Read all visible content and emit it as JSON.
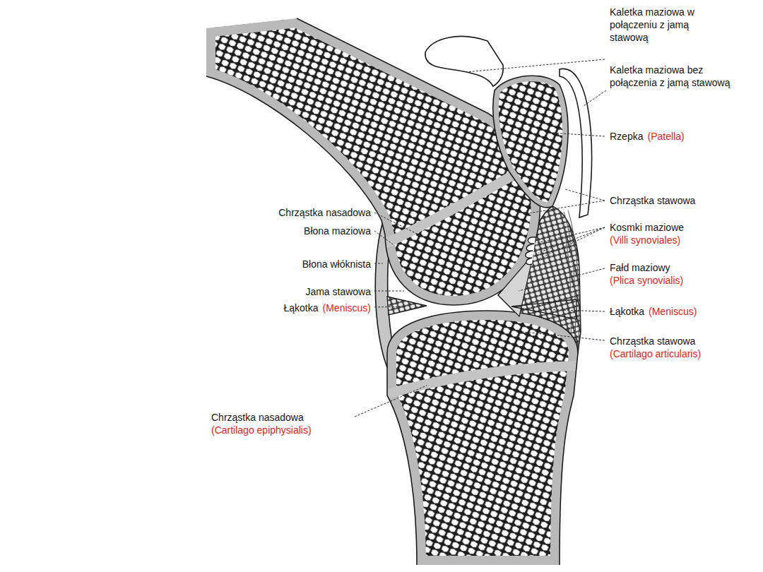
{
  "diagram": {
    "labels": [
      "Kaletka maziowa w połączeniu z jamą stawową",
      "Kaletka maziowa bez połączenia z jamą stawową",
      "Rzepka",
      "(Patella)",
      "Chrząstka stawowa",
      "Kosmki maziowe",
      "(Villi synoviales)",
      "Fałd maziowy",
      "(Plica synovialis)",
      "Łąkotka",
      "(Meniscus)",
      "Chrząstka stawowa",
      "(Cartilago articularis)",
      "Chrząstka nasadowa",
      "Błona maziowa",
      "Błona włóknista",
      "Jama stawowa",
      "Łąkotka",
      "(Meniscus)",
      "Chrząstka nasadowa",
      "(Cartilago epiphysialis)"
    ]
  }
}
